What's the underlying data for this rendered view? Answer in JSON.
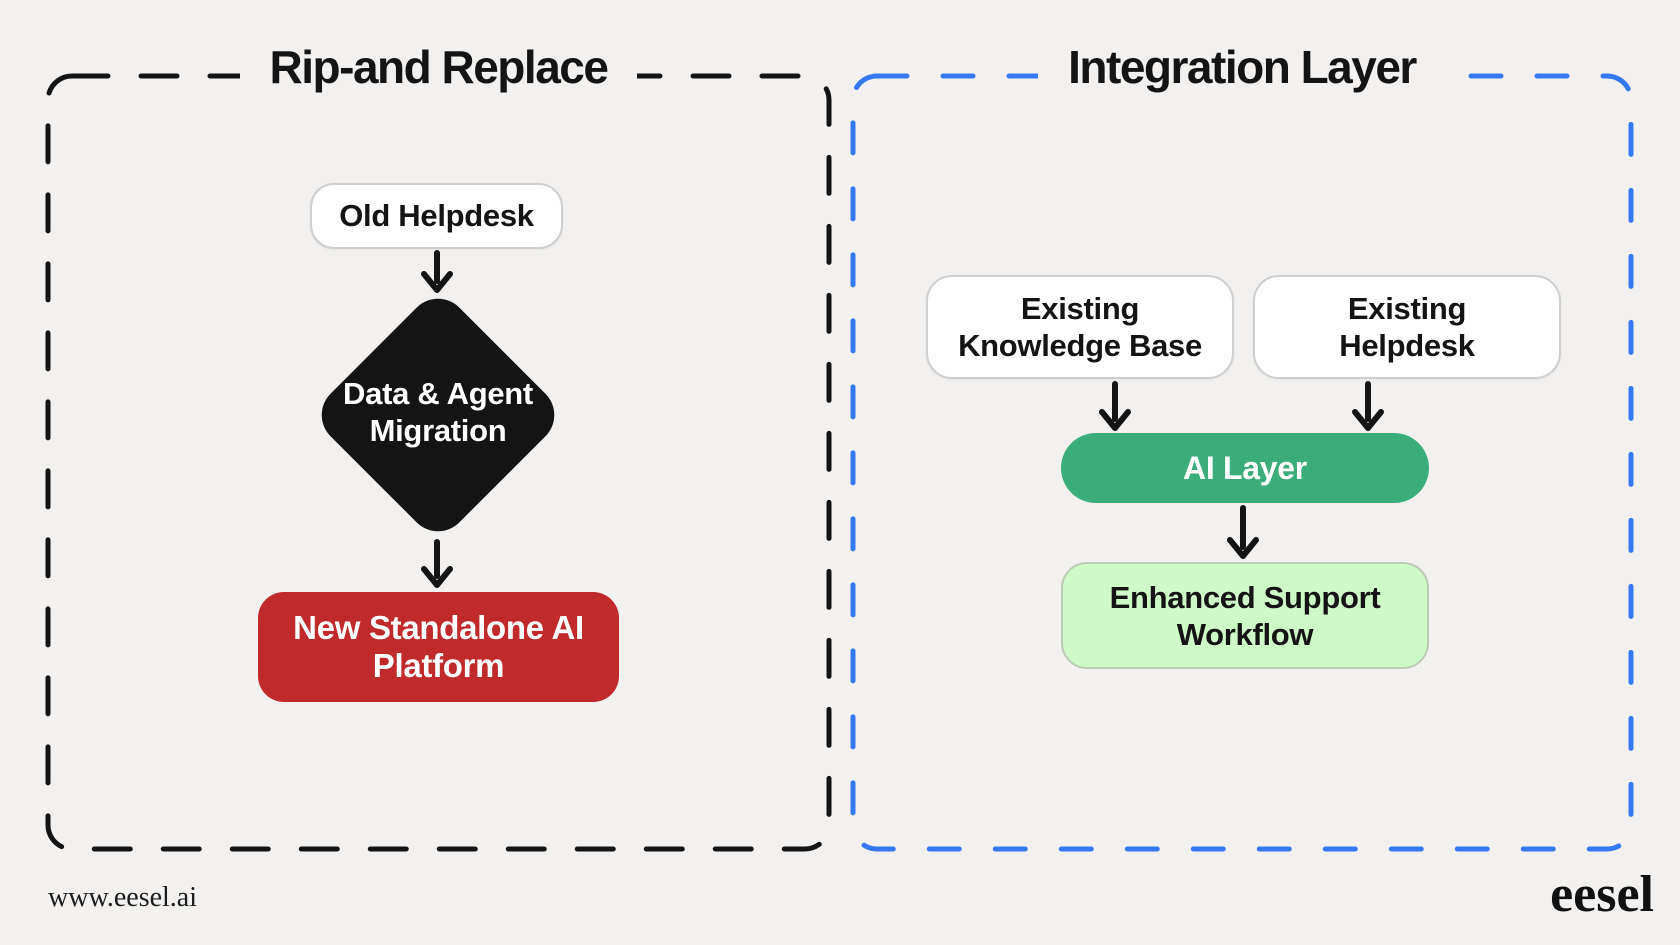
{
  "canvas": {
    "bg_color": "#F2F1EF",
    "ink_color": "#141414",
    "arrow_color": "#141414"
  },
  "left_panel": {
    "title": "Rip-and Replace",
    "border_color": "#141414",
    "nodes": {
      "old_helpdesk": {
        "label": "Old Helpdesk",
        "bg": "#FEFEFE",
        "text": "#141414"
      },
      "migration": {
        "label": "Data & Agent\nMigration",
        "bg": "#141414",
        "text": "#FFFFFF"
      },
      "new_platform": {
        "label": "New Standalone AI\nPlatform",
        "bg": "#C12A2A",
        "text": "#FFFFFF"
      }
    }
  },
  "right_panel": {
    "title": "Integration Layer",
    "border_color": "#3579F2",
    "nodes": {
      "existing_kb": {
        "label": "Existing\nKnowledge Base",
        "bg": "#FEFEFE",
        "text": "#141414"
      },
      "existing_helpdesk": {
        "label": "Existing\nHelpdesk",
        "bg": "#FEFEFE",
        "text": "#141414"
      },
      "ai_layer": {
        "label": "AI Layer",
        "bg": "#3BAD7B",
        "text": "#FFFFFF"
      },
      "enhanced_workflow": {
        "label": "Enhanced Support\nWorkflow",
        "bg": "#CDFAC6",
        "text": "#141414"
      }
    }
  },
  "footer": {
    "website": "www.eesel.ai",
    "logo_text": "eesel"
  }
}
